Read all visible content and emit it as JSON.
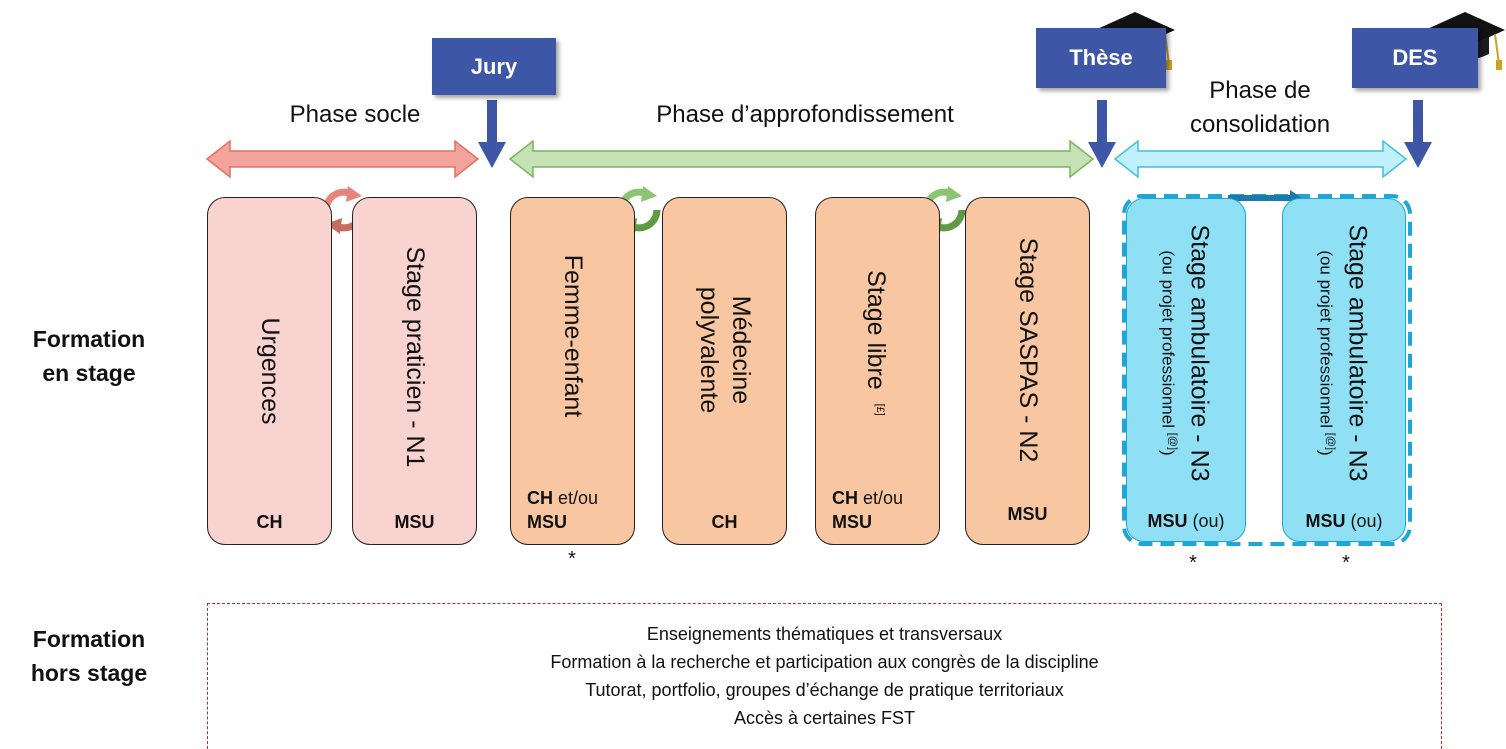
{
  "jalons": {
    "jury": "Jury",
    "these": "Thèse",
    "des": "DES"
  },
  "phases": {
    "socle": "Phase socle",
    "approfondissement": "Phase d’approfondissement",
    "consolidation_line1": "Phase de",
    "consolidation_line2": "consolidation"
  },
  "rows": {
    "en_stage_line1": "Formation",
    "en_stage_line2": "en stage",
    "hors_stage_line1": "Formation",
    "hors_stage_line2": "hors stage"
  },
  "stages": {
    "urgences": {
      "title": "Urgences",
      "lieu": "CH"
    },
    "praticien": {
      "title": "Stage praticien - N1",
      "lieu": "MSU"
    },
    "femme_enfant": {
      "title": "Femme-enfant",
      "lieu_bold": "CH",
      "lieu_mid": " et/ou",
      "lieu_bold2": "MSU"
    },
    "polyvalente": {
      "title_line1": "Médecine",
      "title_line2": "polyvalente",
      "lieu": "CH"
    },
    "libre": {
      "title": "Stage libre",
      "note": "[£]",
      "lieu_bold": "CH",
      "lieu_mid": " et/ou",
      "lieu_bold2": "MSU"
    },
    "saspas": {
      "title": "Stage SASPAS - N2",
      "lieu": "MSU"
    },
    "ambu1": {
      "title": "Stage ambulatoire - N3",
      "subtitle": "(ou projet professionnel",
      "note": "[@]",
      "subtitle_end": ")",
      "lieu_bold": "MSU",
      "lieu_rest": " (ou)"
    },
    "ambu2": {
      "title": "Stage ambulatoire - N3",
      "subtitle": "(ou projet professionnel",
      "note": "[@]",
      "subtitle_end": ")",
      "lieu_bold": "MSU",
      "lieu_rest": " (ou)"
    }
  },
  "asterisk": "*",
  "hors_stage_items": [
    "Enseignements thématiques et transversaux",
    "Formation à la recherche et participation aux congrès de la discipline",
    "Tutorat, portfolio, groupes d’échange de pratique territoriaux",
    "Accès à certaines FST"
  ],
  "colors": {
    "jalon": "#3d57a6",
    "socle": "#f08074",
    "approfondissement": "#8cc474",
    "consolidation": "#8fe0f5",
    "pink_box": "#f8d3d0",
    "orange_box": "#f9c6a2",
    "blue_box": "#8fe0f5",
    "dashed_border": "#c0282d"
  },
  "icons": [
    "graduation-cap-icon",
    "swap-arrows-icon"
  ]
}
